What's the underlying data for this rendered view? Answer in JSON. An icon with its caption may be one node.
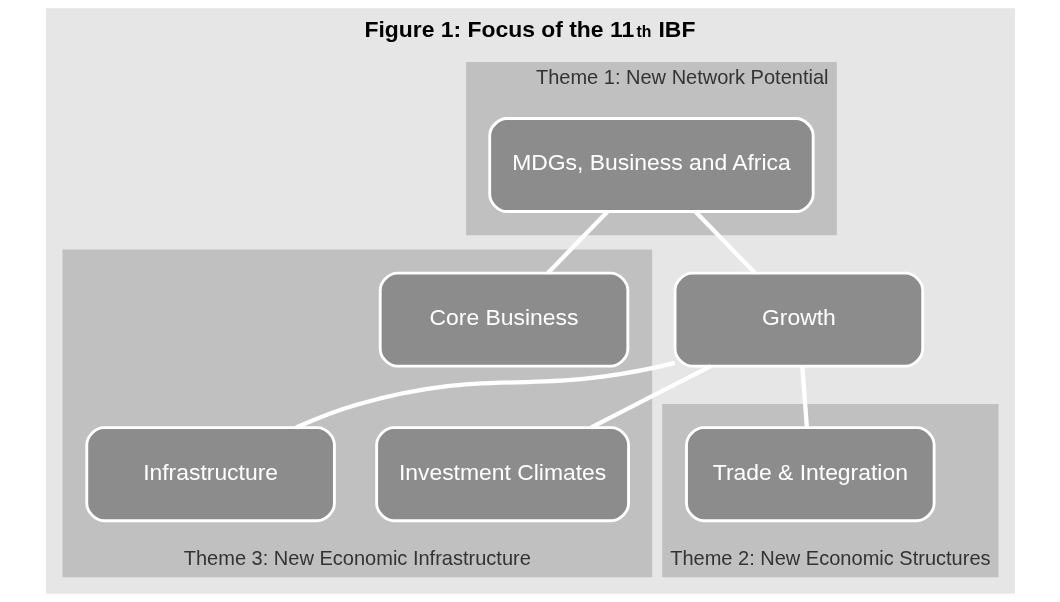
{
  "diagram": {
    "title": "Figure 1: Focus of the 11$^{th}$ IBF",
    "nodes": [
      {
        "text": [
          "Theme 1: New Network Potential"
        ]
      },
      {
        "text": [
          "MDGs, Business and Africa"
        ],
        "in": 0
      },
      {
        "text": [
          "Growth"
        ]
      },
      {
        "text": [
          "Theme 3: New Economic Infrastructure"
        ]
      },
      {
        "text": [
          "Core Business"
        ],
        "in": 3
      },
      {
        "text": [
          "Theme 2: New Economic Structures"
        ]
      },
      {
        "text": [
          "Trade & Integration"
        ],
        "in": 5
      },
      {
        "text": [
          "Investment Climates"
        ],
        "in": 3
      },
      {
        "text": [
          "Infrastructure"
        ],
        "in": 3
      }
    ],
    "edges": [
      {
        "from": 1,
        "to": 2,
        "arrow": "none"
      },
      {
        "from": 1,
        "to": 4,
        "arrow": "none"
      },
      {
        "from": 2,
        "to": 6,
        "arrow": "none"
      },
      {
        "from": 2,
        "to": 7,
        "arrow": "none"
      },
      {
        "from": 2,
        "to": 8,
        "arrow": "none"
      }
    ]
  }
}
